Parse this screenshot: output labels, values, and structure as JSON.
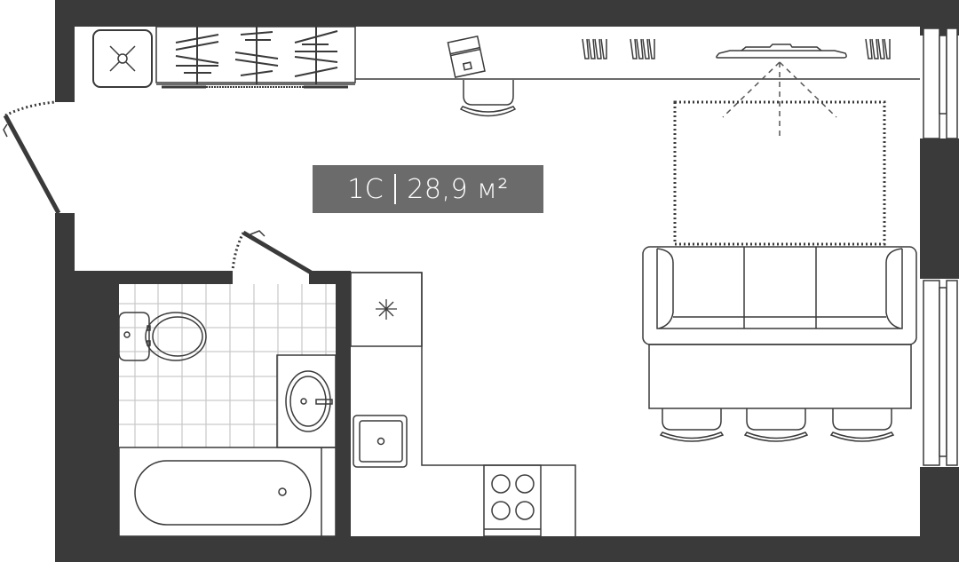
{
  "apartment": {
    "type": "1С",
    "separator": "|",
    "area": "28,9 м²"
  },
  "colors": {
    "wall": "#3a3a3a",
    "label_bg": "#6b6b6b",
    "label_text": "#ffffff",
    "tile_grid": "#c9c9c9",
    "background": "#ffffff"
  },
  "rooms": [
    {
      "name": "studio-living-area"
    },
    {
      "name": "bathroom"
    },
    {
      "name": "kitchen"
    },
    {
      "name": "entrance-hall"
    }
  ],
  "furniture": [
    "boiler",
    "wardrobe",
    "desk-with-laptop",
    "office-chair",
    "radiator",
    "tv-with-viewing-angle",
    "bed-area",
    "sofa",
    "dining-table",
    "bar-stool",
    "toilet",
    "washbasin",
    "bathtub",
    "fridge",
    "kitchen-sink",
    "cooktop"
  ]
}
